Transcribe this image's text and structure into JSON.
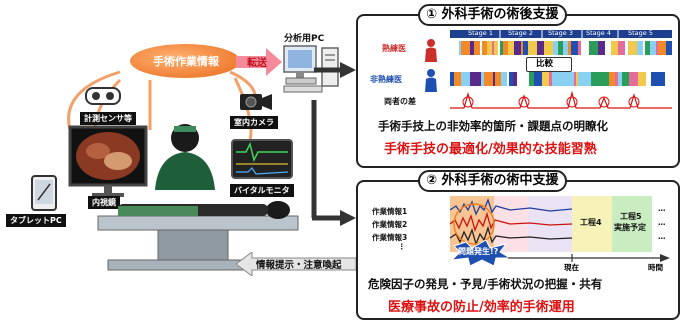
{
  "left": {
    "work_info": "手術作業情報",
    "transfer": "転送",
    "analysis_pc": "分析用PC",
    "sensor": "計測センサ等",
    "room_camera": "室内カメラ",
    "vital_monitor": "バイタルモニタ",
    "endoscope": "内視鏡",
    "tablet": "タブレットPC",
    "notice": "情報提示・注意喚起"
  },
  "postop": {
    "title": "① 外科手術の術後支援",
    "expert": "熟練医",
    "novice": "非熟練医",
    "diff": "両者の差",
    "compare": "比較",
    "stages": [
      "Stage 1",
      "Stage 2",
      "Stage 3",
      "Stage 4",
      "Stage 5"
    ],
    "line1": "手術手技上の非効率的箇所・課題点の明瞭化",
    "line2": "手術手技の最適化/効果的な技能習熟"
  },
  "intraop": {
    "title": "② 外科手術の術中支援",
    "info_rows": [
      "作業情報1",
      "作業情報2",
      "作業情報3"
    ],
    "problem": "問題発生!?",
    "process4": "工程4",
    "process5": "工程5",
    "process5_sub": "実施予定",
    "now": "現在",
    "time": "時間",
    "line1": "危険因子の発見・予見/手術状況の把握・共有",
    "line2": "医療事故の防止/効率的手術運用"
  },
  "colors": {
    "red": "#d11111",
    "expert_red": "#c9302c",
    "novice_blue": "#1f4fb0",
    "orange_bubble": "#f07a2a",
    "panel_border": "#222222"
  }
}
